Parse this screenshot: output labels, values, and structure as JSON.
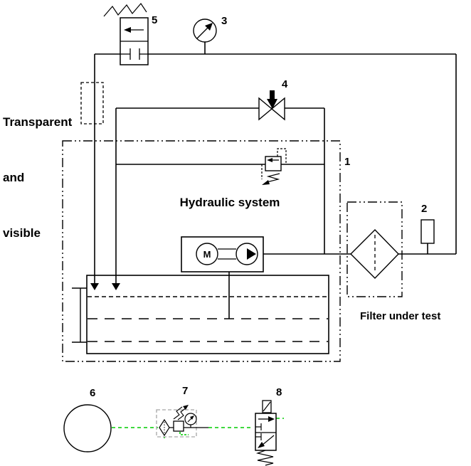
{
  "annotations": {
    "transparent_1": "Transparent",
    "transparent_2": "and",
    "transparent_3": "visible",
    "hydraulic_system": "Hydraulic system",
    "filter_under_test": "Filter under test"
  },
  "component_numbers": {
    "c1": "1",
    "c2": "2",
    "c3": "3",
    "c4": "4",
    "c5": "5",
    "c6": "6",
    "c7": "7",
    "c8": "8"
  },
  "symbols": {
    "motor": "M"
  },
  "colors": {
    "line": "#000000",
    "pneumatic_line": "#00cc00",
    "aux_enclosure_gray": "#a6a6a6",
    "background": "#ffffff",
    "text": "#000000"
  },
  "icons": {
    "pressure_gauge": "gauge-icon",
    "shutoff_valve": "bowtie-valve-icon",
    "filter": "diamond-filter-icon",
    "spring": "zigzag-spring-icon",
    "motor_pump": "motor-pump-icon"
  }
}
